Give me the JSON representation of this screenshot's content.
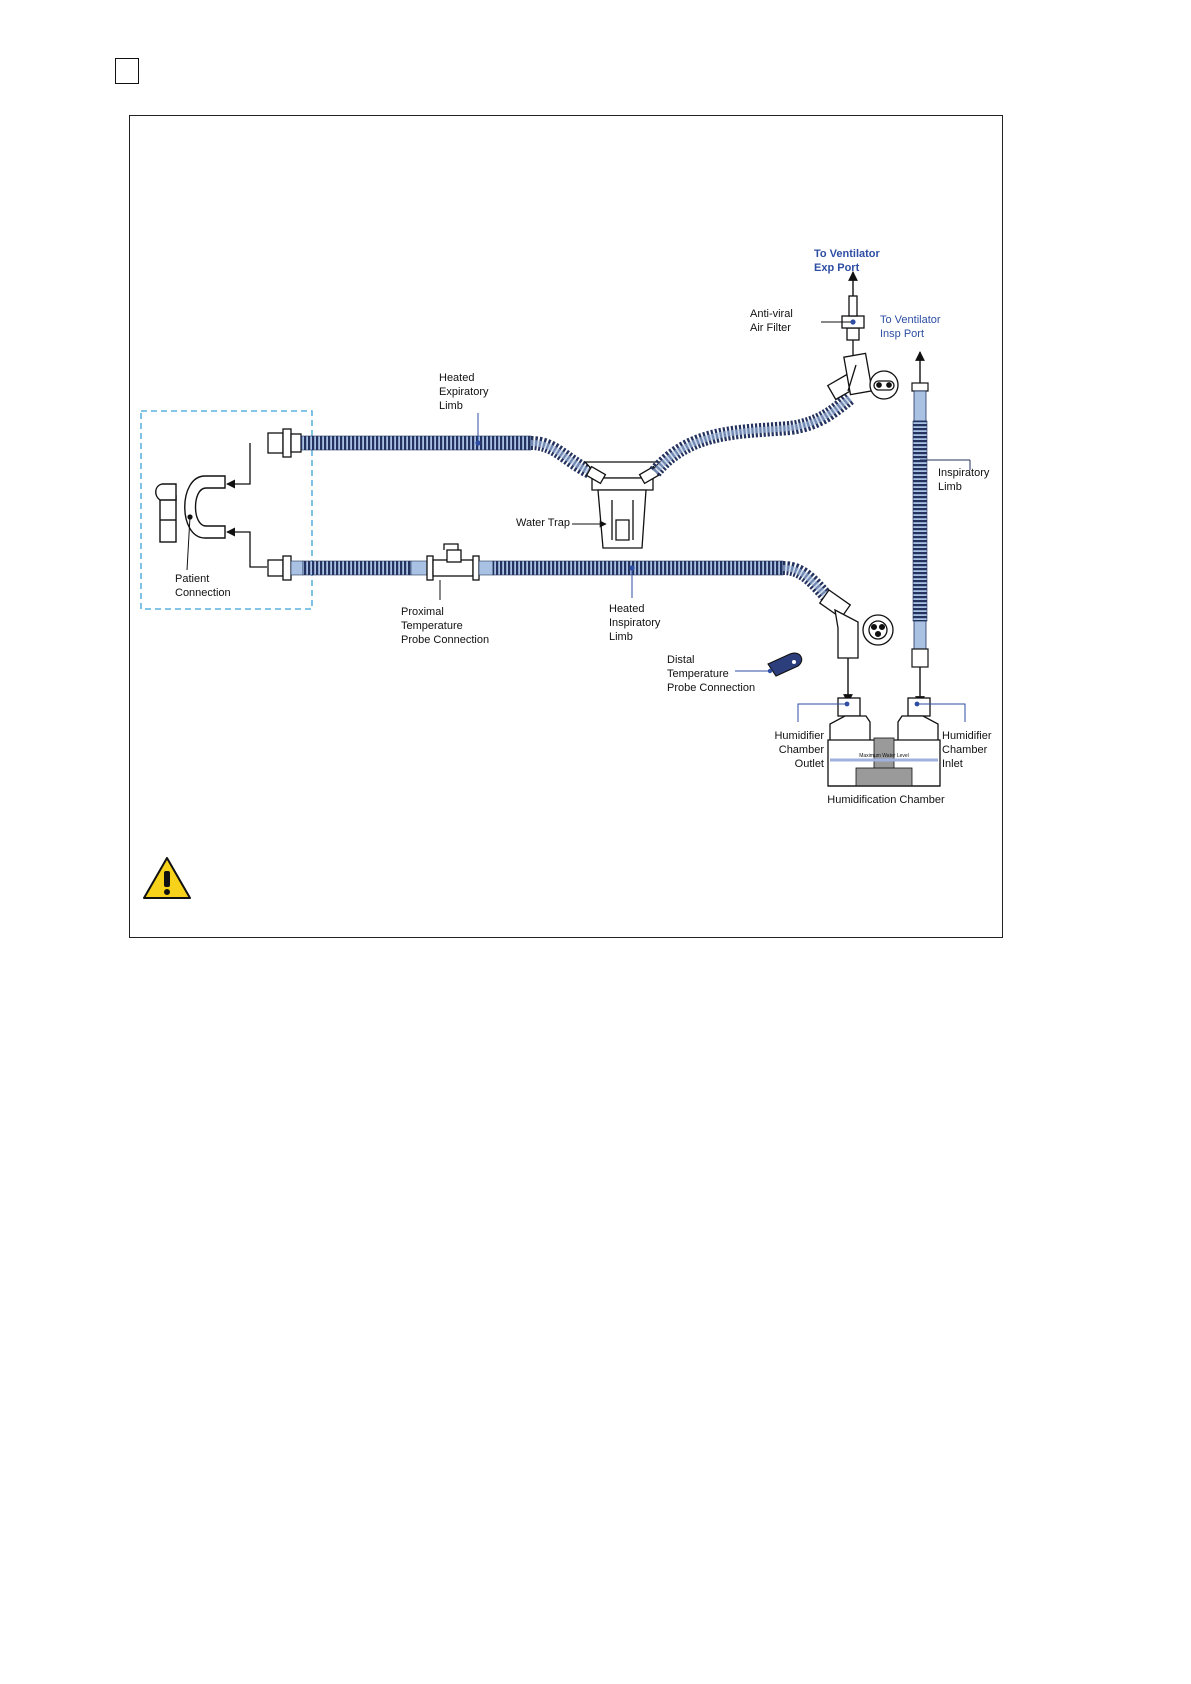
{
  "labels": {
    "to_ventilator_exp": [
      "To Ventilator",
      "Exp Port"
    ],
    "to_ventilator_insp": [
      "To Ventilator",
      "Insp Port"
    ],
    "anti_viral_filter": [
      "Anti-viral",
      "Air Filter"
    ],
    "heated_expiratory_limb": [
      "Heated",
      "Expiratory",
      "Limb"
    ],
    "water_trap": "Water Trap",
    "patient_connection": [
      "Patient",
      "Connection"
    ],
    "proximal_probe": [
      "Proximal",
      "Temperature",
      "Probe Connection"
    ],
    "heated_inspiratory_limb": [
      "Heated",
      "Inspiratory",
      "Limb"
    ],
    "inspiratory_limb": [
      "Inspiratory",
      "Limb"
    ],
    "distal_probe": [
      "Distal",
      "Temperature",
      "Probe Connection"
    ],
    "humidifier_outlet": [
      "Humidifier",
      "Chamber",
      "Outlet"
    ],
    "humidifier_inlet": [
      "Humidifier",
      "Chamber",
      "Inlet"
    ],
    "max_water_level": "Maximum Water Level",
    "humidification_chamber": "Humidification Chamber"
  },
  "colors": {
    "accent_blue": "#2d4ea3",
    "tube_light": "#a9c2e4",
    "tube_dark": "#23325e",
    "dashed_box": "#3aa0d6",
    "warning_yellow": "#f6d21a"
  },
  "icons": [
    "warning-icon"
  ]
}
